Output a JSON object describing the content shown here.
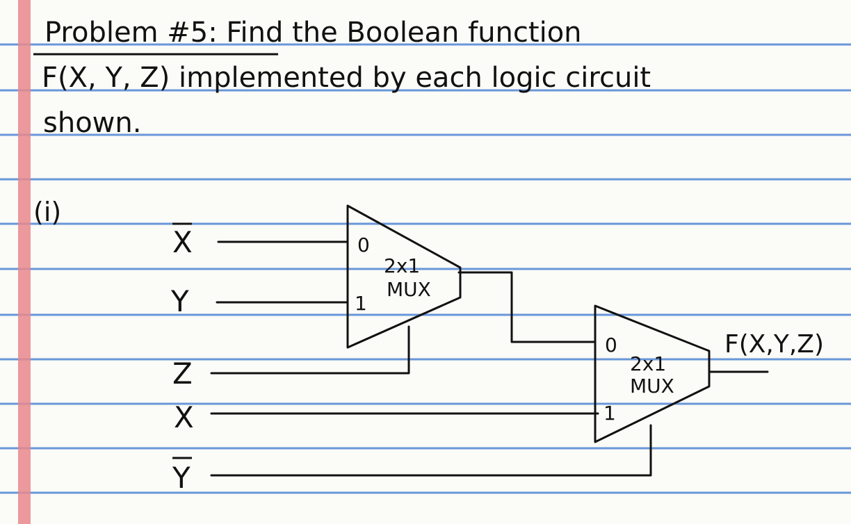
{
  "heading": {
    "line1": "Problem #5: Find the Boolean function",
    "line2": "F(X, Y, Z) implemented by each logic circuit",
    "line3": "shown."
  },
  "part_label": "(i)",
  "inputs": {
    "x_bar": "X",
    "y": "Y",
    "z": "Z",
    "x": "X",
    "y_bar": "Y"
  },
  "mux1": {
    "name_top": "2x1",
    "name_bottom": "MUX",
    "in0": "0",
    "in1": "1"
  },
  "mux2": {
    "name_top": "2x1",
    "name_bottom": "MUX",
    "in0": "0",
    "in1": "1"
  },
  "output_label": "F(X,Y,Z)",
  "colors": {
    "rule_line": "#4f86d6",
    "margin_line": "#e8878c",
    "ink": "#111111",
    "paper": "#fbfbf7"
  }
}
